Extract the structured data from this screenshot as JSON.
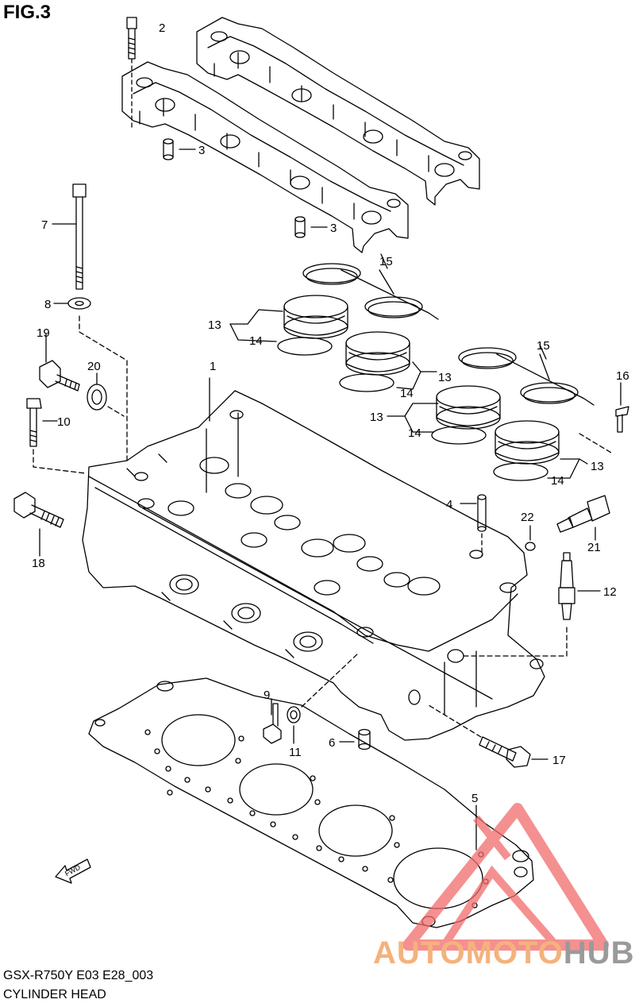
{
  "figure": {
    "title": "FIG.3",
    "model": "GSX-R750Y  E03  E28_003",
    "caption": "CYLINDER HEAD"
  },
  "watermark": {
    "part_a": "AUTOMOTO",
    "part_b": "HUB",
    "color_a": "#f4b27c",
    "color_b": "#9a9a9a",
    "logo_color": "#f26b6b"
  },
  "fwd_label": "FWD",
  "callouts": [
    {
      "id": "c2",
      "text": "2"
    },
    {
      "id": "c3a",
      "text": "3"
    },
    {
      "id": "c3b",
      "text": "3"
    },
    {
      "id": "c7",
      "text": "7"
    },
    {
      "id": "c8",
      "text": "8"
    },
    {
      "id": "c15a",
      "text": "15"
    },
    {
      "id": "c13a",
      "text": "13"
    },
    {
      "id": "c14a",
      "text": "14"
    },
    {
      "id": "c19",
      "text": "19"
    },
    {
      "id": "c20",
      "text": "20"
    },
    {
      "id": "c1",
      "text": "1"
    },
    {
      "id": "c15b",
      "text": "15"
    },
    {
      "id": "c16",
      "text": "16"
    },
    {
      "id": "c13b",
      "text": "13"
    },
    {
      "id": "c14b",
      "text": "14"
    },
    {
      "id": "c13c",
      "text": "13"
    },
    {
      "id": "c14c",
      "text": "14"
    },
    {
      "id": "c10",
      "text": "10"
    },
    {
      "id": "c13d",
      "text": "13"
    },
    {
      "id": "c14d",
      "text": "14"
    },
    {
      "id": "c4",
      "text": "4"
    },
    {
      "id": "c22",
      "text": "22"
    },
    {
      "id": "c18",
      "text": "18"
    },
    {
      "id": "c21",
      "text": "21"
    },
    {
      "id": "c12",
      "text": "12"
    },
    {
      "id": "c9",
      "text": "9"
    },
    {
      "id": "c11",
      "text": "11"
    },
    {
      "id": "c6",
      "text": "6"
    },
    {
      "id": "c17",
      "text": "17"
    },
    {
      "id": "c5",
      "text": "5"
    }
  ]
}
